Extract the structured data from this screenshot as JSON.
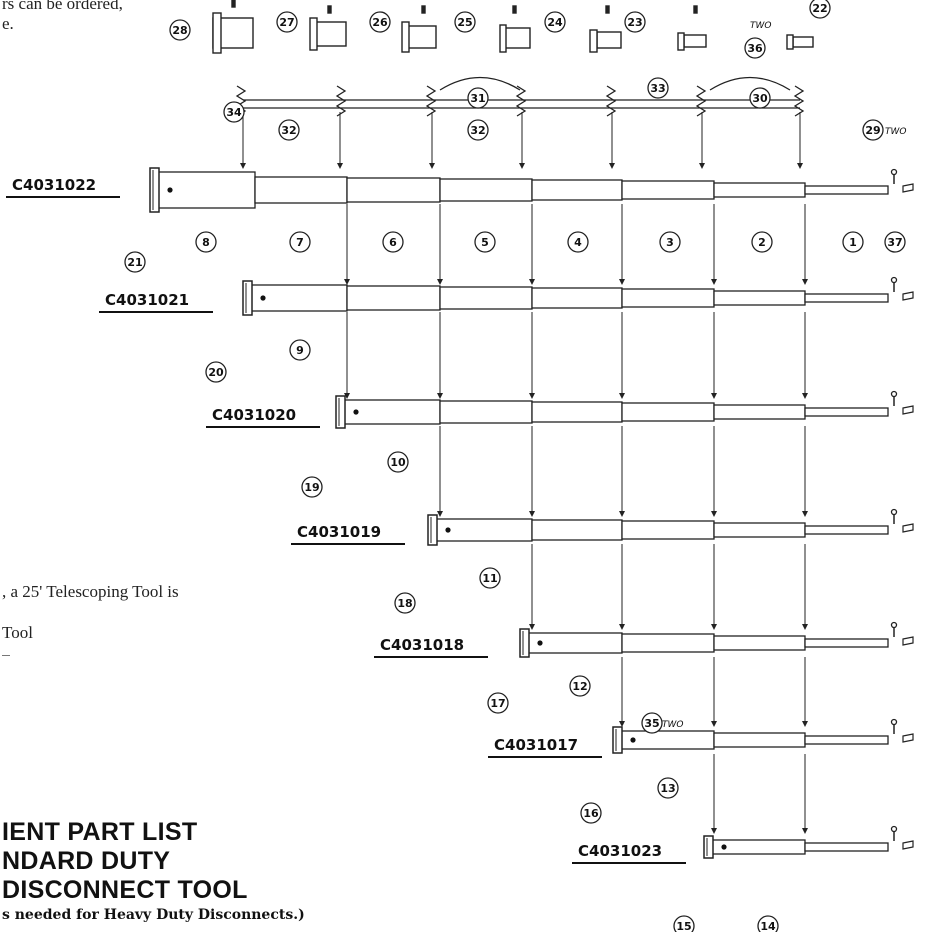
{
  "fragments": {
    "top_line1": "rs can be ordered,",
    "top_line2": "e.",
    "mid_line1": ", a 25' Telescoping Tool is",
    "mid_line2": "Tool"
  },
  "title_lines": [
    "IENT PART LIST",
    "NDARD DUTY",
    "DISCONNECT TOOL"
  ],
  "note": "s needed for Heavy Duty Disconnects.)",
  "tool_codes": [
    "C4031022",
    "C4031021",
    "C4031020",
    "C4031019",
    "C4031018",
    "C4031017",
    "C4031023"
  ],
  "callouts": {
    "top_row": [
      "28",
      "27",
      "26",
      "25",
      "24",
      "23",
      "22"
    ],
    "spring_labels": [
      "34",
      "31",
      "32",
      "32",
      "33",
      "30",
      "36"
    ],
    "section_labels": [
      "8",
      "7",
      "6",
      "5",
      "4",
      "3",
      "2",
      "1",
      "37"
    ],
    "end_cap_labels": [
      "21",
      "20",
      "19",
      "18",
      "17",
      "16",
      "15"
    ],
    "body_labels": [
      "9",
      "10",
      "11",
      "12",
      "13",
      "14"
    ],
    "extra_labels": [
      "29",
      "35"
    ]
  },
  "qty_notes": {
    "two": "TWO"
  },
  "qty_marks": "1"
}
